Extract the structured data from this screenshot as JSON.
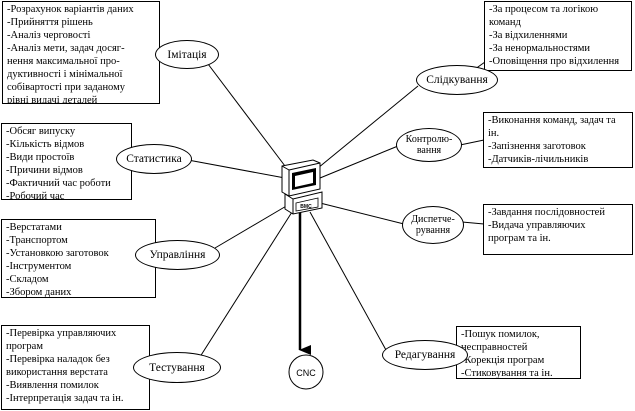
{
  "center": {
    "screen_text": "ВМС"
  },
  "cnc": {
    "label": "CNC"
  },
  "branches": {
    "imitation": {
      "label": "Імітація",
      "items": [
        "-Розрахунок варіантів даних",
        "-Прийняття рішень",
        "-Аналіз черговості",
        "-Аналіз мети, задач досяг-\nнення максимальної про-\nдуктивності і мінімальної\nсобівартості при заданому\nрівні видачі деталей"
      ]
    },
    "statistics": {
      "label": "Статистика",
      "items": [
        "-Обсяг випуску",
        "-Кількість відмов",
        "-Види простоїв",
        "-Причини відмов",
        "-Фактичний час роботи",
        "-Робочий час"
      ]
    },
    "management": {
      "label": "Управління",
      "items": [
        "-Верстатами",
        "-Транспортом",
        "-Установкою заготовок",
        "-Інструментом",
        "-Складом",
        "-Збором даних"
      ]
    },
    "testing": {
      "label": "Тестування",
      "items": [
        "-Перевірка управляючих\n   програм",
        "-Перевірка наладок без\n   використання верстата",
        "-Виявлення помилок",
        "-Інтерпретація задач та ін."
      ]
    },
    "tracking": {
      "label": "Слідкування",
      "items": [
        "-За процесом та логікою\n  команд",
        "-За відхиленнями",
        "-За ненормальностями",
        "-Оповіщення про відхилення"
      ]
    },
    "control": {
      "label": "Контролю-\nвання",
      "items": [
        "-Виконання команд,  задач та\nін.",
        "-Запізнення заготовок",
        "-Датчиків-лічильників"
      ]
    },
    "dispatch": {
      "label": "Диспетче-\nрування",
      "items": [
        "-Завдання послідовностей",
        "-Видача управляючих\n  програм та ін."
      ]
    },
    "editing": {
      "label": "Редагування",
      "items": [
        "-Пошук помилок,\n    несправностей",
        "-Корекція програм",
        "-Стиковування та ін."
      ]
    }
  }
}
